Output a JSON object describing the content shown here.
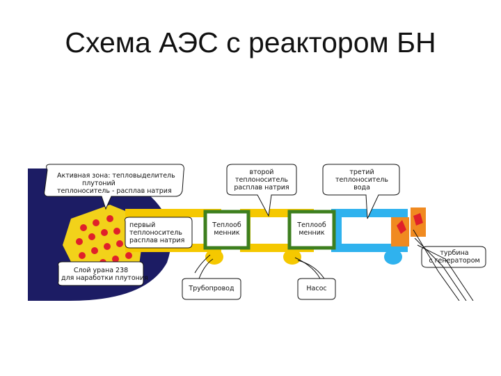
{
  "title": "Схема АЭС с реактором БН",
  "callouts": {
    "active_zone": [
      "Активная зона: тепловыделитель",
      "плутоний",
      "теплоноситель - расплав натрия"
    ],
    "first_coolant": [
      "первый",
      "теплоноситель",
      "расплав натрия"
    ],
    "blanket": [
      "Слой урана 238",
      "для наработки плутония"
    ],
    "second_coolant": [
      "второй",
      "теплоноситель",
      "расплав натрия"
    ],
    "third_coolant": [
      "третий",
      "теплоноситель",
      "вода"
    ],
    "turbine": [
      "турбина",
      "с генератором"
    ],
    "hx1": [
      "Теплооб",
      "менник"
    ],
    "hx2": [
      "Теплооб",
      "менник"
    ],
    "pipeline": "Трубопровод",
    "pump": "Насос"
  },
  "colors": {
    "reactor_blue": "#1c1c64",
    "core_yellow": "#f2d21a",
    "fuel_red": "#e0202a",
    "loop_yellow": "#f5c800",
    "hx_green": "#3d7f1e",
    "water_blue": "#2fb2ee",
    "turbine_orange": "#f08a20"
  }
}
